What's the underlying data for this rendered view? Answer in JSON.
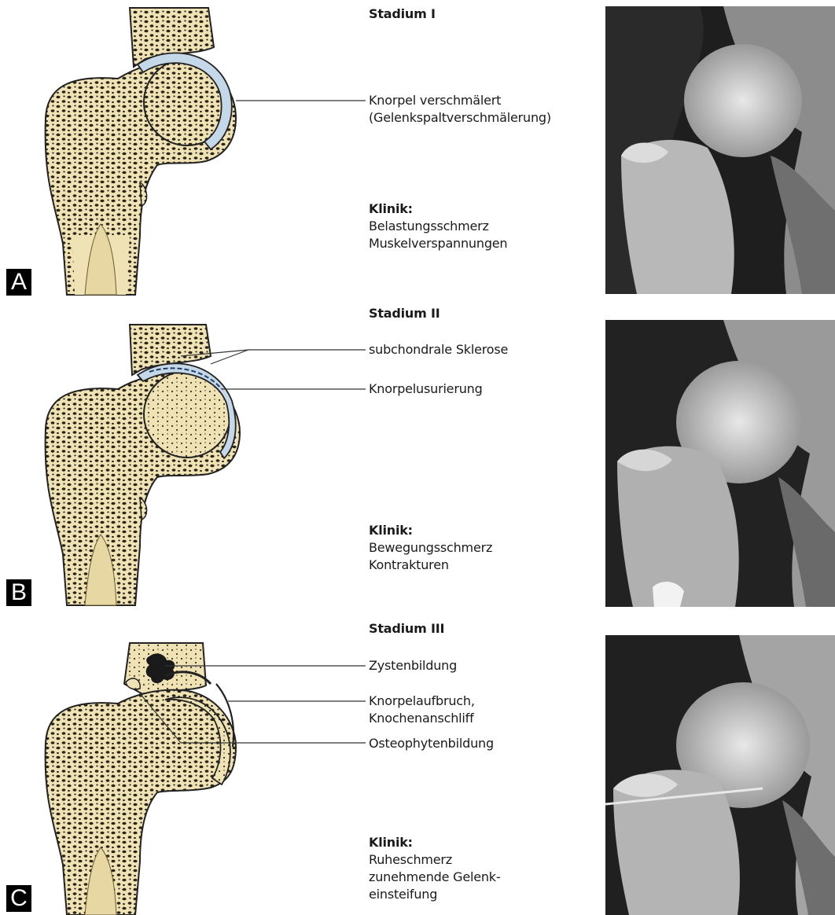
{
  "colors": {
    "bone": "#efe3b5",
    "bone_dark": "#d9c791",
    "cartilage": "#c5d8ea",
    "outline": "#222222",
    "xray_dark": "#1c1c1c",
    "xray_light": "#d8d8d8"
  },
  "panels": [
    {
      "letter": "A",
      "stage": "Stadium I",
      "labels": [
        "Knorpel verschmälert",
        "(Gelenkspaltverschmälerung)"
      ],
      "klinik_title": "Klinik:",
      "klinik_lines": [
        "Belastungsschmerz",
        "Muskelverspannungen"
      ]
    },
    {
      "letter": "B",
      "stage": "Stadium II",
      "labels": [
        "subchondrale Sklerose",
        "Knorpelusurierung"
      ],
      "klinik_title": "Klinik:",
      "klinik_lines": [
        "Bewegungsschmerz",
        "Kontrakturen"
      ]
    },
    {
      "letter": "C",
      "stage": "Stadium III",
      "labels": [
        "Zystenbildung",
        "Knorpelaufbruch,",
        "Knochenanschliff",
        "Osteophytenbildung"
      ],
      "klinik_title": "Klinik:",
      "klinik_lines": [
        "Ruheschmerz",
        "zunehmende Gelenk-",
        "einsteifung"
      ]
    }
  ]
}
